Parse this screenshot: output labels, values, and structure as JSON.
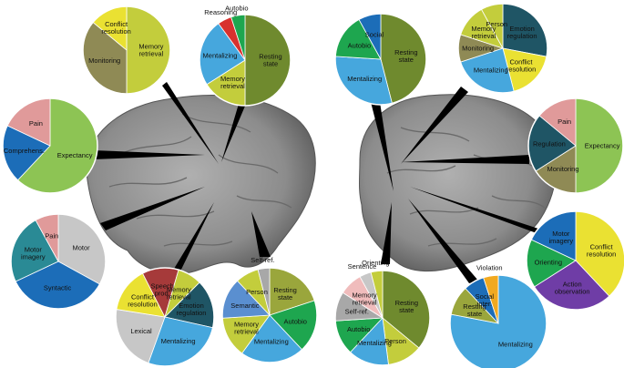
{
  "colors": {
    "dark_olive": "#6f8a2e",
    "olive": "#9aa63c",
    "yellow_green": "#c3cd3c",
    "light_green": "#8dc454",
    "green": "#1ea64f",
    "khaki": "#8f8a55",
    "yellow": "#eae132",
    "dark_teal": "#1f5565",
    "teal": "#2a8a95",
    "light_blue": "#46a7dd",
    "blue": "#1c6db8",
    "steel_blue": "#5a8fd0",
    "light_gray": "#c7c7c7",
    "gray": "#a8a8a8",
    "pink": "#e09a9a",
    "light_pink": "#f0bcbc",
    "red": "#d8312e",
    "dark_red": "#a63a3a",
    "purple": "#6f3da6",
    "orange": "#f1a920",
    "brain": "#8a8a8a"
  },
  "pies": [
    {
      "id": "lh-top-left",
      "slices": [
        {
          "label": "Memory retrieval",
          "value": 50,
          "color": "yellow_green"
        },
        {
          "label": "Monitoring",
          "value": 36,
          "color": "khaki"
        },
        {
          "label": "Conflict resolution",
          "value": 14,
          "color": "yellow"
        }
      ]
    },
    {
      "id": "lh-top-center",
      "slices": [
        {
          "label": "Resting state",
          "value": 50,
          "color": "dark_olive"
        },
        {
          "label": "Memory retrieval",
          "value": 16,
          "color": "yellow_green"
        },
        {
          "label": "Mentalizing",
          "value": 24,
          "color": "light_blue"
        },
        {
          "label": "Reasoning",
          "value": 5,
          "color": "red"
        },
        {
          "label": "Autobio",
          "value": 5,
          "color": "green"
        }
      ]
    },
    {
      "id": "lh-left",
      "slices": [
        {
          "label": "Expectancy",
          "value": 62,
          "color": "light_green"
        },
        {
          "label": "Comprehens.",
          "value": 20,
          "color": "blue"
        },
        {
          "label": "Pain",
          "value": 18,
          "color": "pink"
        }
      ]
    },
    {
      "id": "lh-lower-left",
      "slices": [
        {
          "label": "Motor",
          "value": 33,
          "color": "light_gray"
        },
        {
          "label": "Syntactic",
          "value": 35,
          "color": "blue"
        },
        {
          "label": "Motor imagery",
          "value": 24,
          "color": "teal"
        },
        {
          "label": "Pain",
          "value": 8,
          "color": "pink"
        }
      ]
    },
    {
      "id": "lh-bottom-left",
      "slices": [
        {
          "label": "Emotion regulation",
          "value": 16,
          "color": "dark_teal"
        },
        {
          "label": "Mentalizing",
          "value": 27,
          "color": "light_blue"
        },
        {
          "label": "Lexical",
          "value": 22,
          "color": "light_gray"
        },
        {
          "label": "Conflict resolution",
          "value": 15,
          "color": "yellow"
        },
        {
          "label": "Speech prod.",
          "value": 12,
          "color": "dark_red"
        },
        {
          "label": "Memory retrieval",
          "value": 8,
          "color": "yellow_green"
        }
      ]
    },
    {
      "id": "lh-bottom-center",
      "slices": [
        {
          "label": "Resting state",
          "value": 20,
          "color": "olive"
        },
        {
          "label": "Autobio",
          "value": 18,
          "color": "green"
        },
        {
          "label": "Mentalizing",
          "value": 22,
          "color": "light_blue"
        },
        {
          "label": "Memory retrieval",
          "value": 14,
          "color": "yellow_green"
        },
        {
          "label": "Semantic",
          "value": 14,
          "color": "steel_blue"
        },
        {
          "label": "Person",
          "value": 8,
          "color": "yellow_green"
        },
        {
          "label": "Self-ref.",
          "value": 4,
          "color": "gray"
        }
      ]
    },
    {
      "id": "rh-top-left",
      "slices": [
        {
          "label": "Resting state",
          "value": 46,
          "color": "dark_olive"
        },
        {
          "label": "Mentalizing",
          "value": 30,
          "color": "light_blue"
        },
        {
          "label": "Autobio",
          "value": 16,
          "color": "green"
        },
        {
          "label": "Social",
          "value": 8,
          "color": "blue"
        }
      ]
    },
    {
      "id": "rh-top-right",
      "slices": [
        {
          "label": "Emotion regulation",
          "value": 28,
          "color": "dark_teal"
        },
        {
          "label": "Conflict resolution",
          "value": 18,
          "color": "yellow"
        },
        {
          "label": "Mentalizing",
          "value": 24,
          "color": "light_blue"
        },
        {
          "label": "Monitoring",
          "value": 10,
          "color": "khaki"
        },
        {
          "label": "Memory retrieval",
          "value": 12,
          "color": "yellow_green"
        },
        {
          "label": "Person",
          "value": 8,
          "color": "yellow_green"
        }
      ]
    },
    {
      "id": "rh-right",
      "slices": [
        {
          "label": "Expectancy",
          "value": 50,
          "color": "light_green"
        },
        {
          "label": "Monitoring",
          "value": 16,
          "color": "khaki"
        },
        {
          "label": "Regulation",
          "value": 20,
          "color": "dark_teal"
        },
        {
          "label": "Pain",
          "value": 14,
          "color": "pink"
        }
      ]
    },
    {
      "id": "rh-lower-right",
      "slices": [
        {
          "label": "Conflict resolution",
          "value": 38,
          "color": "yellow"
        },
        {
          "label": "Action observation",
          "value": 28,
          "color": "purple"
        },
        {
          "label": "Orienting",
          "value": 16,
          "color": "green"
        },
        {
          "label": "Motor imagery",
          "value": 18,
          "color": "blue"
        }
      ]
    },
    {
      "id": "rh-bottom-right",
      "slices": [
        {
          "label": "Mentalizing",
          "value": 78,
          "color": "light_blue"
        },
        {
          "label": "Resting state",
          "value": 10,
          "color": "olive"
        },
        {
          "label": "Social inter.",
          "value": 7,
          "color": "blue"
        },
        {
          "label": "Violation",
          "value": 5,
          "color": "orange"
        }
      ]
    },
    {
      "id": "rh-bottom-left",
      "slices": [
        {
          "label": "Resting state",
          "value": 36,
          "color": "dark_olive"
        },
        {
          "label": "Person",
          "value": 12,
          "color": "yellow_green"
        },
        {
          "label": "Mentalizing",
          "value": 14,
          "color": "light_blue"
        },
        {
          "label": "Autobio",
          "value": 12,
          "color": "green"
        },
        {
          "label": "Self-ref.",
          "value": 10,
          "color": "gray"
        },
        {
          "label": "Memory retrieval",
          "value": 8,
          "color": "light_pink"
        },
        {
          "label": "Sentence",
          "value": 4,
          "color": "light_gray"
        },
        {
          "label": "Orienting",
          "value": 4,
          "color": "yellow_green"
        }
      ]
    }
  ]
}
